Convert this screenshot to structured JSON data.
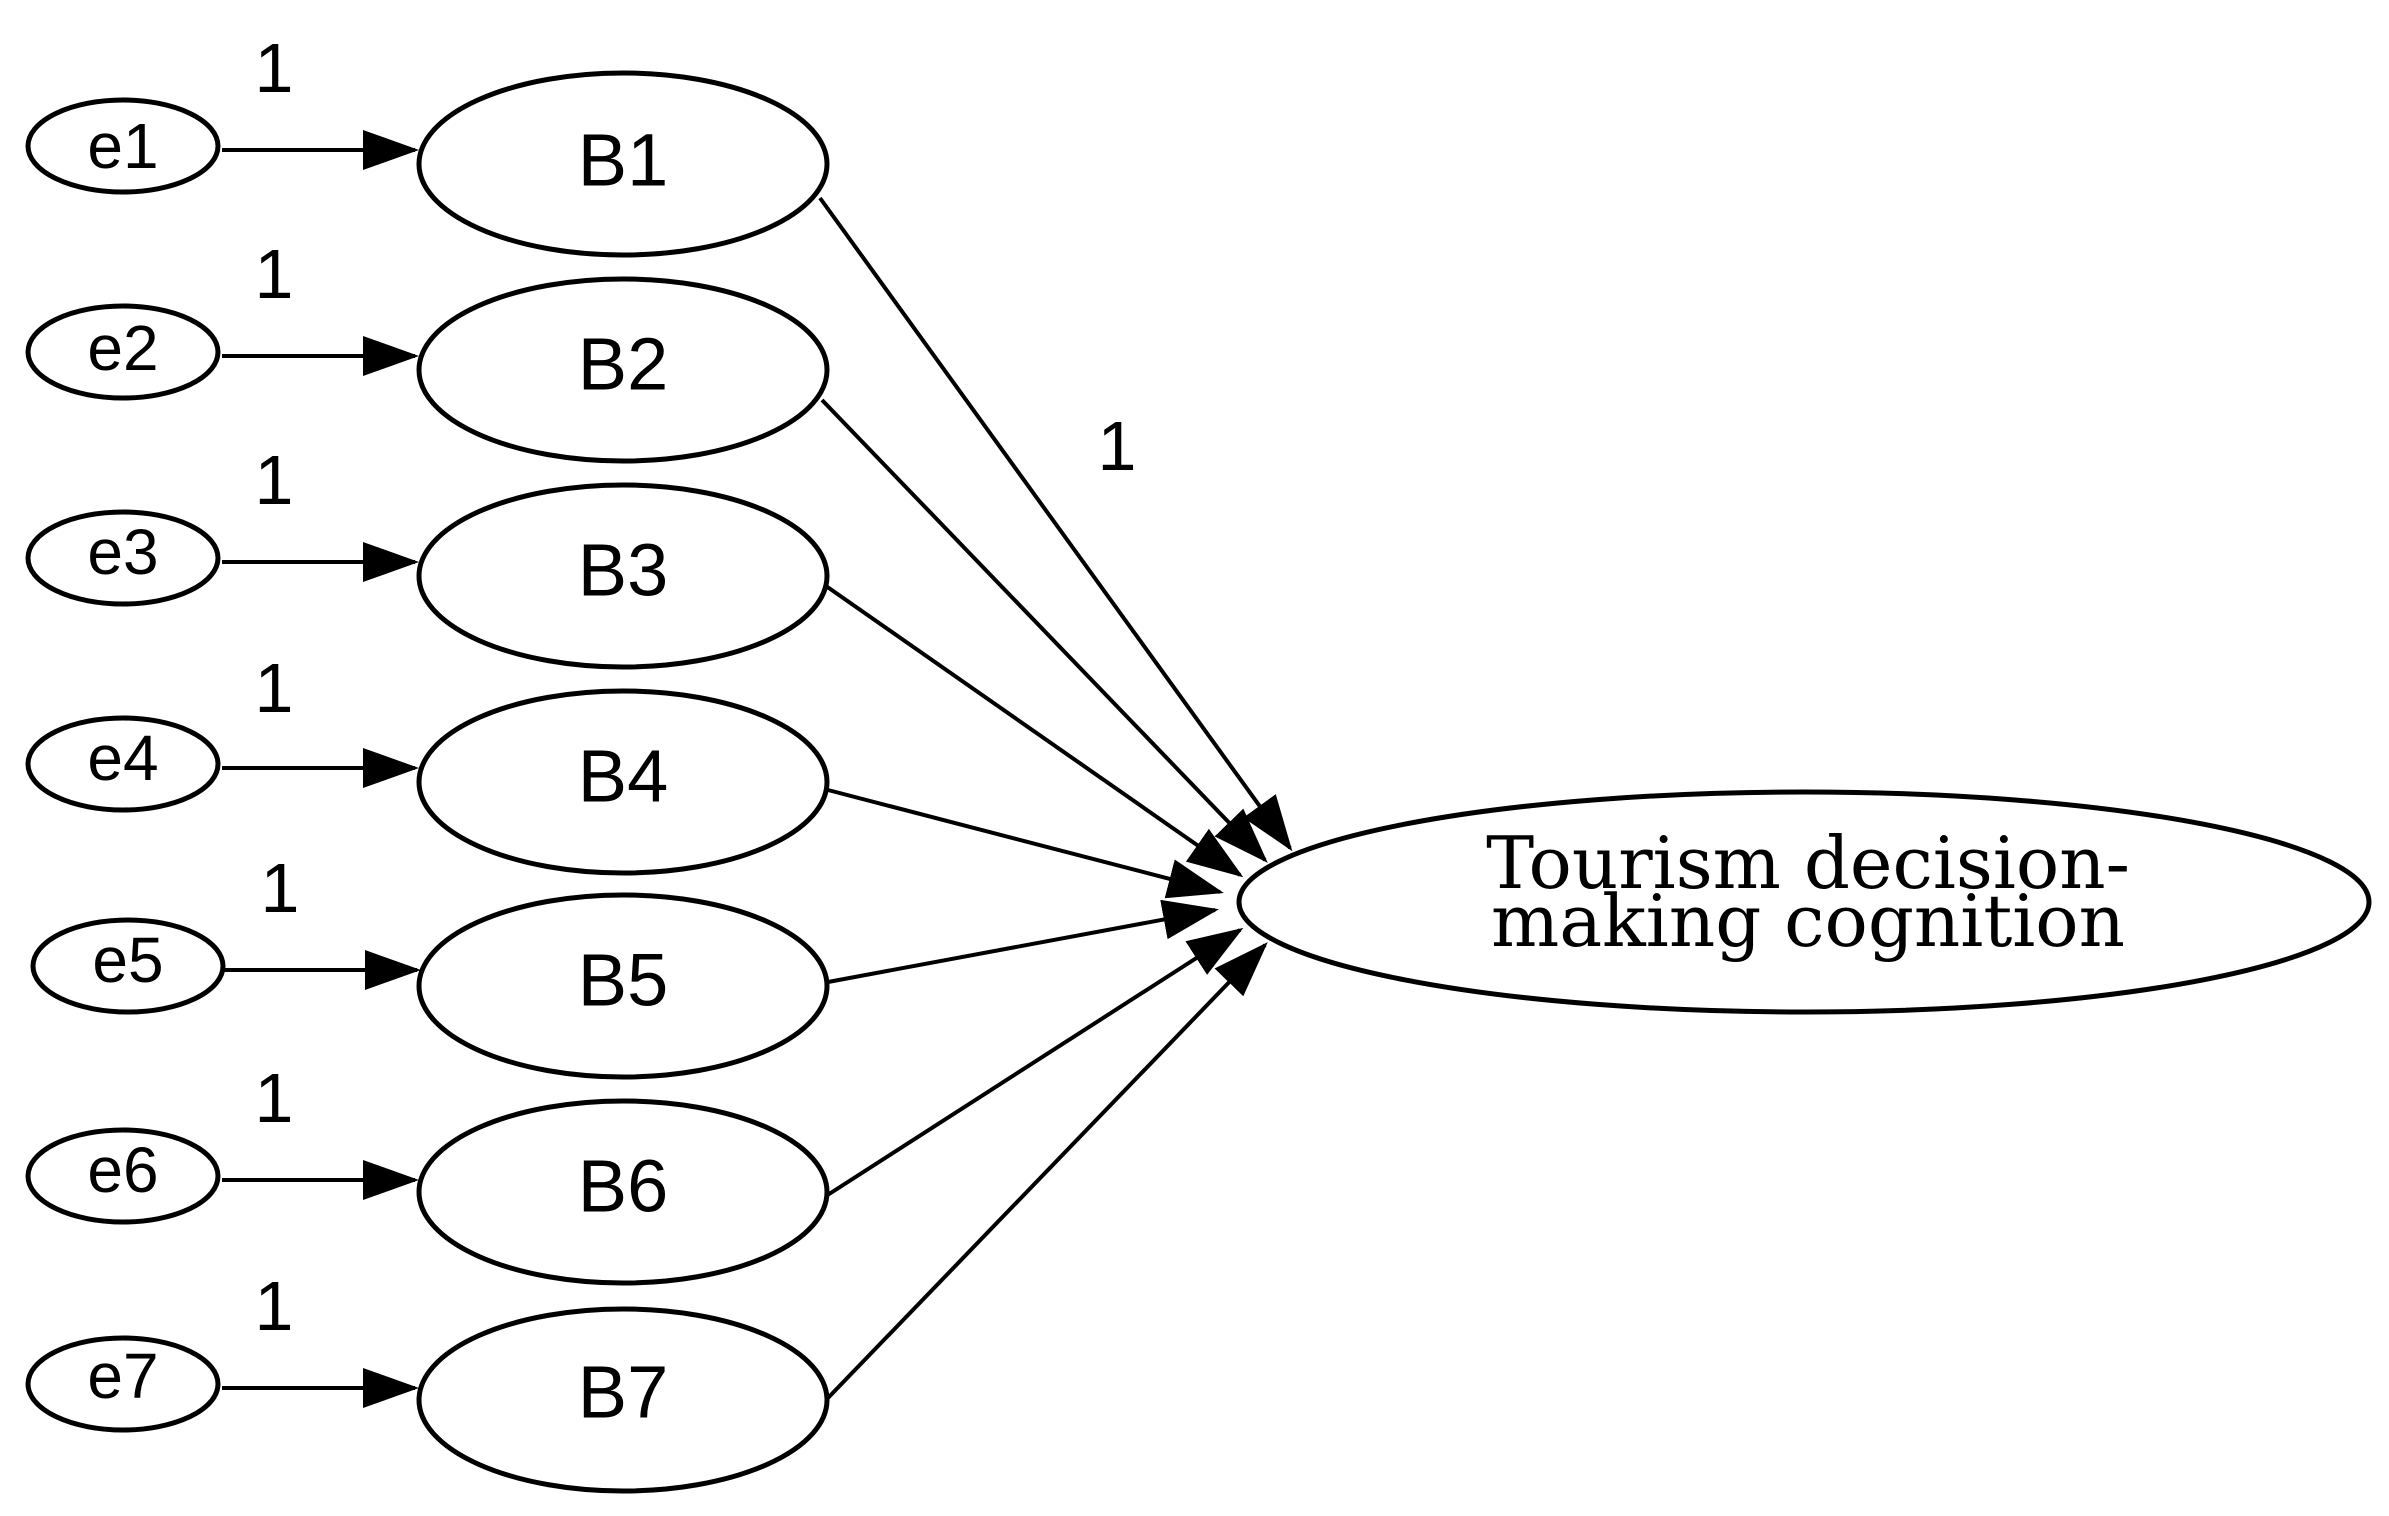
{
  "diagram": {
    "errors": [
      "e1",
      "e2",
      "e3",
      "e4",
      "e5",
      "e6",
      "e7"
    ],
    "indicators": [
      "B1",
      "B2",
      "B3",
      "B4",
      "B5",
      "B6",
      "B7"
    ],
    "error_weights": [
      "1",
      "1",
      "1",
      "1",
      "1",
      "1",
      "1"
    ],
    "path_weight": "1",
    "target": {
      "line1": "Tourism decision-",
      "line2": "making cognition"
    },
    "colors": {
      "stroke": "#000000",
      "background": "#ffffff"
    }
  }
}
